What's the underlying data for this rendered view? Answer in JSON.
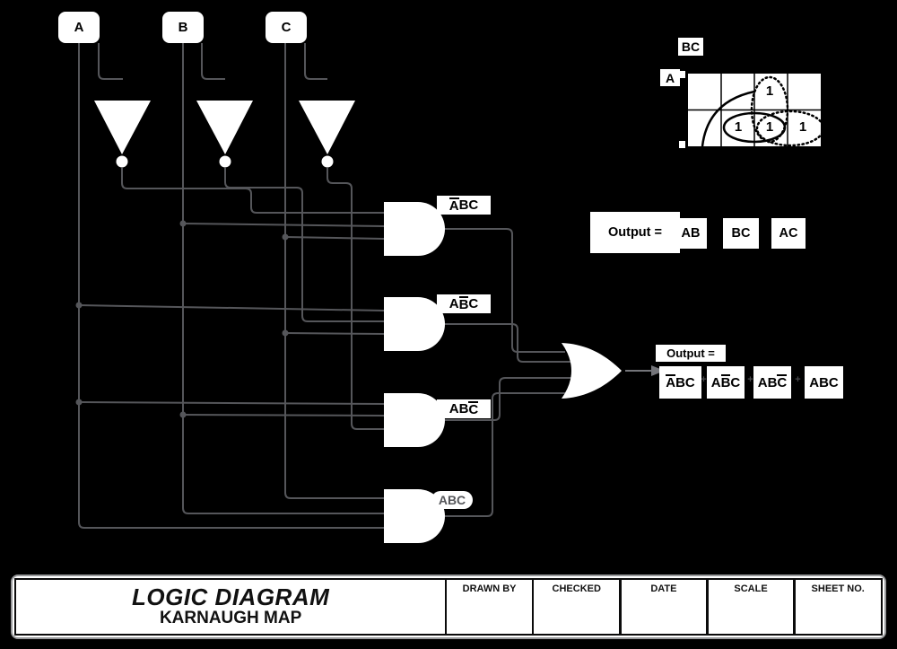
{
  "colors": {
    "wire": "#55565a",
    "arrow": "#74757a",
    "background": "#000000",
    "shape_fill": "#ffffff"
  },
  "inputs": [
    {
      "label": "A"
    },
    {
      "label": "B"
    },
    {
      "label": "C"
    }
  ],
  "gate_labels": {
    "and1": {
      "pre": "",
      "bar": "A",
      "post": "BC"
    },
    "and2": {
      "pre": "A",
      "bar": "B",
      "post": "C"
    },
    "and3": {
      "pre": "AB",
      "bar": "C",
      "post": ""
    },
    "and4": {
      "pre": "ABC",
      "bar": "",
      "post": ""
    }
  },
  "kmap": {
    "col_label": "BC",
    "row_label": "A",
    "cells": [
      {
        "row": 0,
        "col": 2,
        "value": "1"
      },
      {
        "row": 1,
        "col": 1,
        "value": "1"
      },
      {
        "row": 1,
        "col": 2,
        "value": "1"
      },
      {
        "row": 1,
        "col": 3,
        "value": "1"
      }
    ]
  },
  "simplified_output": {
    "label": "Output =",
    "terms": [
      "AB",
      "BC",
      "AC"
    ]
  },
  "sop_output": {
    "label": "Output =",
    "plus": "+",
    "terms": [
      {
        "pre": "",
        "bar": "A",
        "post": "BC"
      },
      {
        "pre": "A",
        "bar": "B",
        "post": "C"
      },
      {
        "pre": "AB",
        "bar": "C",
        "post": ""
      },
      {
        "pre": "ABC",
        "bar": "",
        "post": ""
      }
    ]
  },
  "titleblock": {
    "title": "LOGIC DIAGRAM",
    "subtitle": "KARNAUGH MAP",
    "columns": [
      {
        "label": "DRAWN BY"
      },
      {
        "label": "CHECKED"
      },
      {
        "label": "DATE"
      },
      {
        "label": "SCALE"
      },
      {
        "label": "SHEET NO."
      }
    ]
  }
}
